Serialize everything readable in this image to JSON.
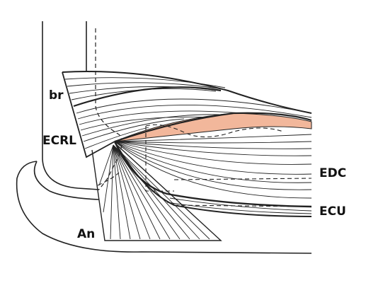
{
  "labels": {
    "br": "br",
    "ecrl": "ECRL",
    "edc": "EDC",
    "ecu": "ECU",
    "an": "An"
  },
  "colors": {
    "line": "#222222",
    "highlight": "#f2b79b",
    "background": "#ffffff"
  }
}
